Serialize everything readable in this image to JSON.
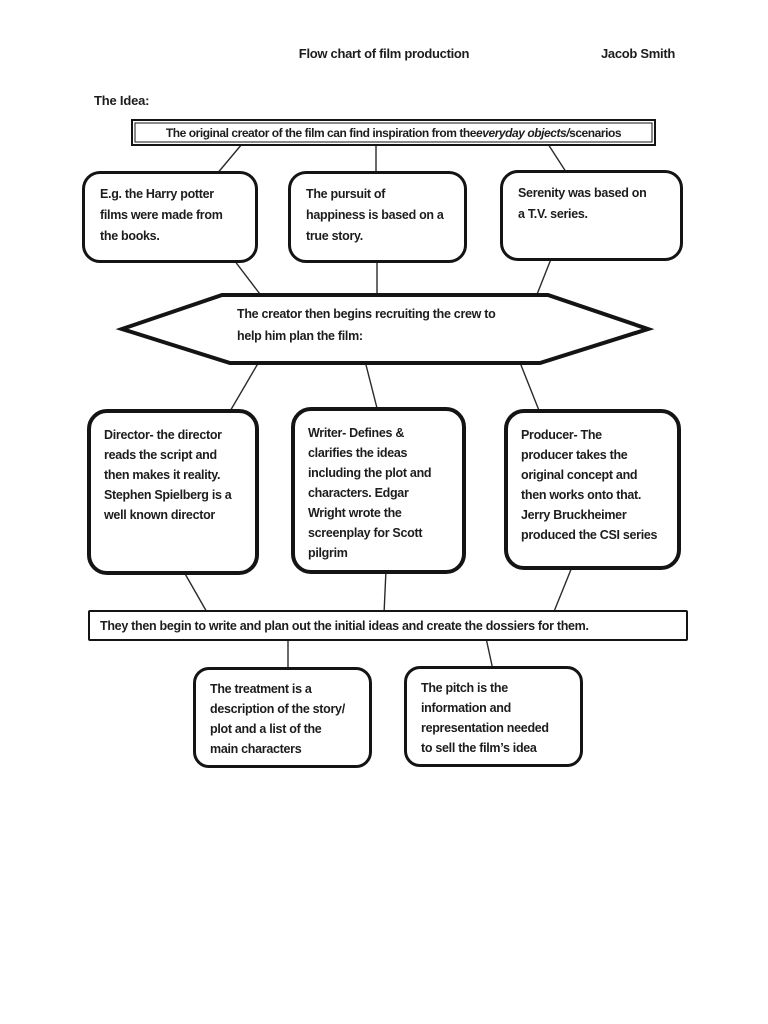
{
  "page": {
    "title": "Flow chart of film production",
    "author": "Jacob Smith"
  },
  "intro_label": "The Idea:",
  "banner": {
    "prefix": "The original creator of the film can find inspiration from the ",
    "italic": "everyday objects/",
    "suffix": " scenarios"
  },
  "inspiration_examples": [
    {
      "text": "E.g. the Harry potter\nfilms were made from\nthe books."
    },
    {
      "text": "The pursuit of\nhappiness is based on a\ntrue story."
    },
    {
      "text": "Serenity was based on\na T.V. series."
    }
  ],
  "recruiting_step": {
    "text": "The creator then begins recruiting the crew to\nhelp him plan the film:"
  },
  "crew_roles": [
    {
      "text": "Director- the director\nreads the script and\nthen makes it reality.\nStephen Spielberg is a\nwell known director"
    },
    {
      "text": "Writer- Defines &\nclarifies the ideas\nincluding the plot and\ncharacters. Edgar\nWright wrote the\nscreenplay for Scott\npilgrim"
    },
    {
      "text": "Producer- The\nproducer takes the\noriginal concept and\nthen works onto that.\nJerry Bruckheimer\nproduced the CSI series"
    }
  ],
  "planning_band": {
    "text": "They then begin to write and plan out the initial ideas and create the dossiers for them."
  },
  "documents": [
    {
      "text": "The treatment is a\ndescription of the story/\nplot and a list of the\nmain characters"
    },
    {
      "text": "The pitch is the\ninformation and\nrepresentation needed\nto sell the film’s idea"
    }
  ],
  "colors": {
    "ink": "#141414",
    "paper": "#ffffff"
  }
}
